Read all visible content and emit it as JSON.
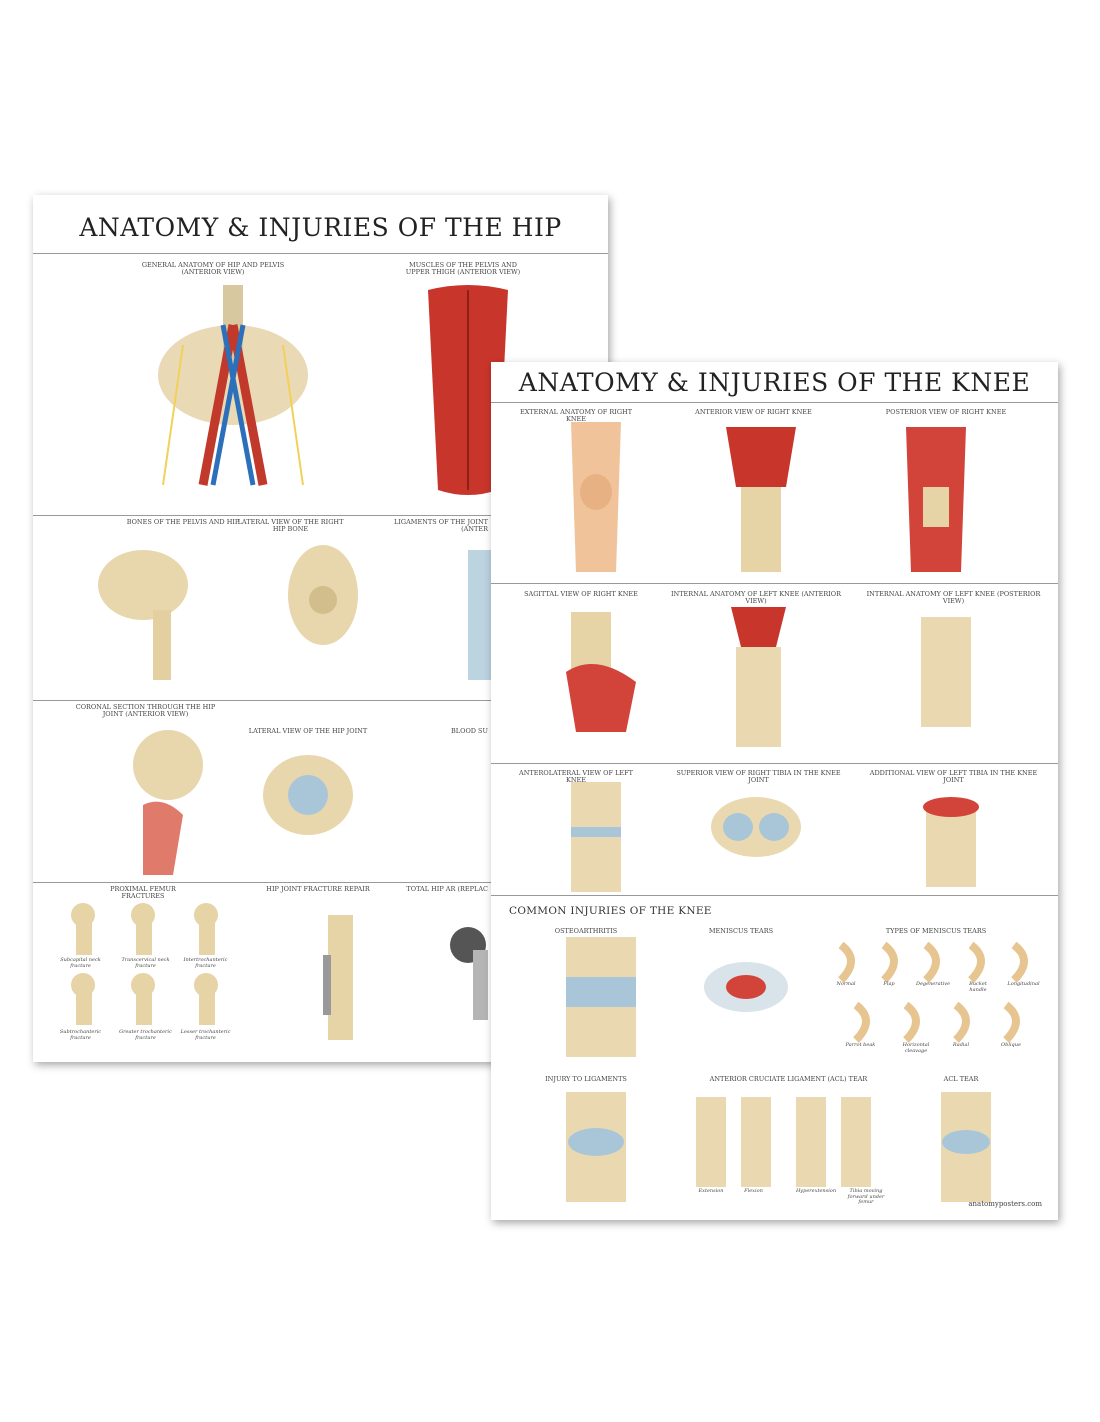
{
  "hip_poster": {
    "title": "ANATOMY & INJURIES OF THE HIP",
    "sections": [
      "GENERAL ANATOMY OF HIP AND PELVIS (ANTERIOR VIEW)",
      "MUSCLES OF THE PELVIS AND UPPER THIGH (ANTERIOR VIEW)",
      "BONES OF THE PELVIS AND HIP",
      "LATERAL VIEW OF THE RIGHT HIP BONE",
      "LIGAMENTS OF THE JOINT (ANTER",
      "CORONAL SECTION THROUGH THE HIP JOINT (ANTERIOR VIEW)",
      "LATERAL VIEW OF THE HIP JOINT",
      "BLOOD SU",
      "PROXIMAL FEMUR FRACTURES",
      "HIP JOINT FRACTURE REPAIR",
      "TOTAL HIP AR (REPLAC"
    ],
    "fractures": [
      "Subcapital neck fracture",
      "Transcervical neck fracture",
      "Intertrochanteric fracture",
      "Subtrochanteric fracture",
      "Greater trochanteric fracture",
      "Lesser trochanteric fracture"
    ]
  },
  "knee_poster": {
    "title": "ANATOMY & INJURIES OF THE KNEE",
    "sections": [
      "EXTERNAL ANATOMY OF RIGHT KNEE",
      "ANTERIOR VIEW OF RIGHT KNEE",
      "POSTERIOR VIEW OF RIGHT KNEE",
      "SAGITTAL VIEW OF RIGHT KNEE",
      "INTERNAL ANATOMY OF LEFT KNEE (ANTERIOR VIEW)",
      "INTERNAL ANATOMY OF LEFT KNEE (POSTERIOR VIEW)",
      "ANTEROLATERAL VIEW OF LEFT KNEE",
      "SUPERIOR VIEW OF RIGHT TIBIA IN THE KNEE JOINT",
      "ADDITIONAL VIEW OF LEFT TIBIA IN THE KNEE JOINT"
    ],
    "injuries_title": "COMMON INJURIES OF THE KNEE",
    "injury_sections": [
      "OSTEOARTHRITIS",
      "MENISCUS TEARS",
      "TYPES OF MENISCUS TEARS",
      "INJURY TO LIGAMENTS",
      "ANTERIOR CRUCIATE LIGAMENT (ACL) TEAR",
      "ACL TEAR"
    ],
    "meniscus_types": [
      "Normal",
      "Flap",
      "Degenerative",
      "Bucket handle",
      "Longitudinal",
      "Parrot beak",
      "Horizontal cleavage",
      "Radial",
      "Oblique"
    ],
    "acl_positions": [
      "Extension",
      "Flexion",
      "Hyperextension",
      "Tibia moving forward under femur"
    ],
    "footer": "anatomyposters.com"
  }
}
